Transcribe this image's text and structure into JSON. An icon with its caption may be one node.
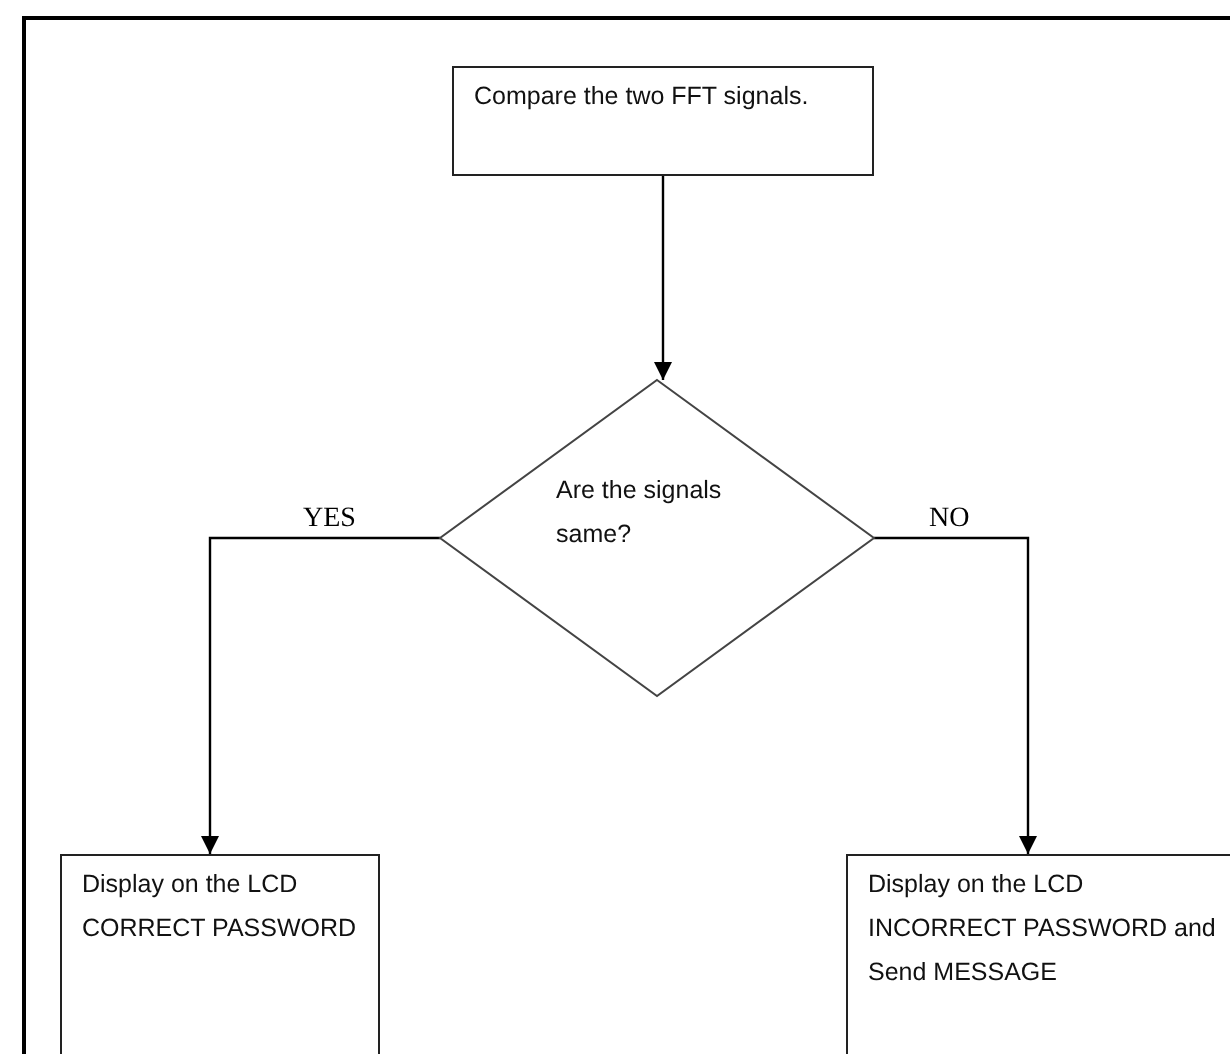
{
  "diagram": {
    "nodes": [
      {
        "text": [
          "Compare the two FFT signals."
        ]
      },
      {
        "text": [
          "Are the signals same?"
        ]
      },
      {
        "text": [
          "Display on the LCD CORRECT PASSWORD"
        ]
      },
      {
        "text": [
          "Display on the LCD INCORRECT PASSWORD and Send MESSAGE"
        ]
      }
    ],
    "edges": [
      {
        "from": 0,
        "to": 1,
        "arrow": "to"
      },
      {
        "from": 1,
        "to": 2,
        "arrow": "to",
        "label": "YES"
      },
      {
        "from": 1,
        "to": 3,
        "arrow": "to",
        "label": "NO"
      }
    ]
  }
}
